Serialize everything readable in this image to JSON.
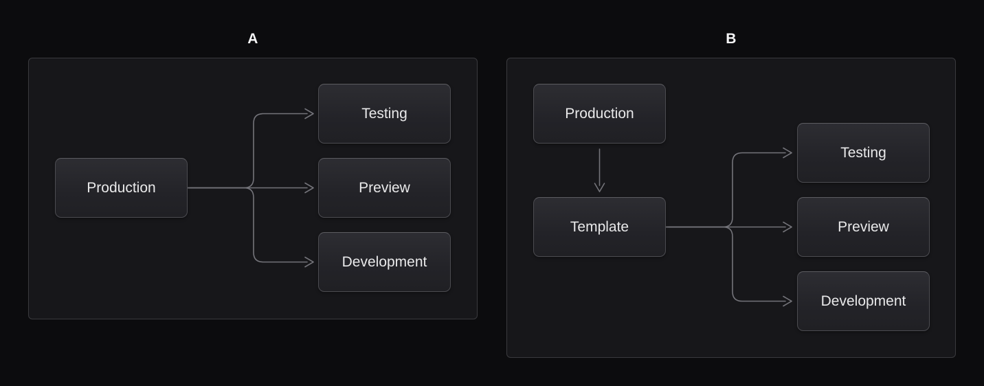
{
  "figure": {
    "background_color": "#0c0c0e",
    "panel_color": "#17171a",
    "panel_border_color": "#3a3a3e",
    "node_fill_top": "#2d2d32",
    "node_fill_bottom": "#202024",
    "node_border_color": "#4c4c51",
    "node_text_color": "#e9e9ea",
    "connector_color": "#74747a",
    "title_color": "#f5f5f6"
  },
  "diagrams": [
    {
      "title": "A",
      "nodes": [
        {
          "id": "production",
          "label": "Production"
        },
        {
          "id": "testing",
          "label": "Testing"
        },
        {
          "id": "preview",
          "label": "Preview"
        },
        {
          "id": "development",
          "label": "Development"
        }
      ],
      "edges": [
        {
          "from": "production",
          "to": "testing"
        },
        {
          "from": "production",
          "to": "preview"
        },
        {
          "from": "production",
          "to": "development"
        }
      ]
    },
    {
      "title": "B",
      "nodes": [
        {
          "id": "production",
          "label": "Production"
        },
        {
          "id": "template",
          "label": "Template"
        },
        {
          "id": "testing",
          "label": "Testing"
        },
        {
          "id": "preview",
          "label": "Preview"
        },
        {
          "id": "development",
          "label": "Development"
        }
      ],
      "edges": [
        {
          "from": "production",
          "to": "template"
        },
        {
          "from": "template",
          "to": "testing"
        },
        {
          "from": "template",
          "to": "preview"
        },
        {
          "from": "template",
          "to": "development"
        }
      ]
    }
  ]
}
